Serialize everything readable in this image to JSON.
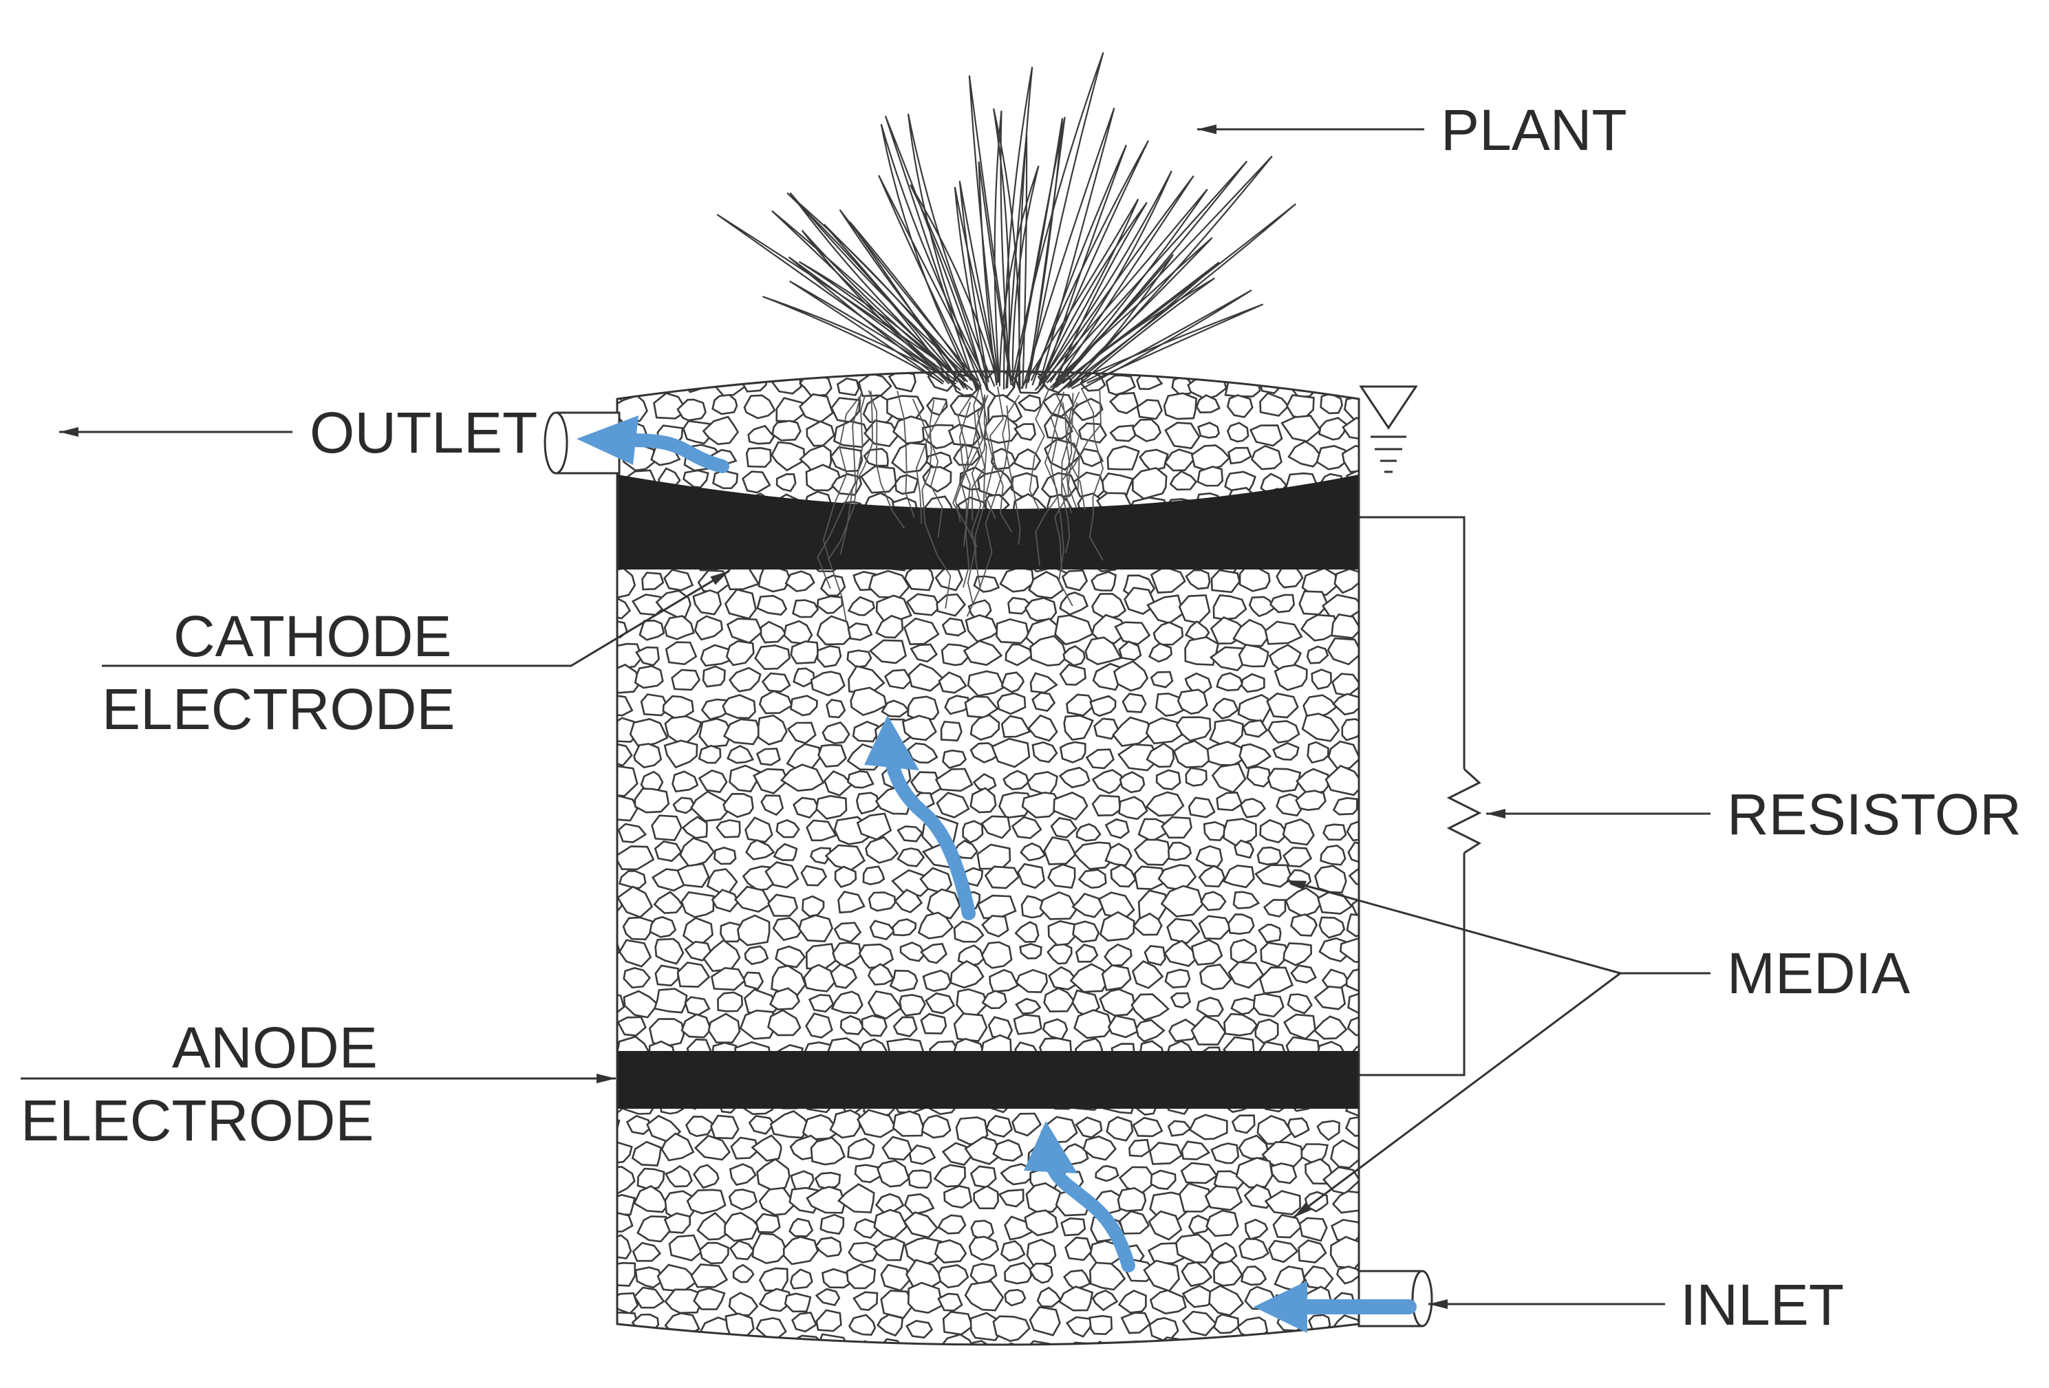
{
  "labels": {
    "plant": "PLANT",
    "outlet": "OUTLET",
    "cathode_line1": "CATHODE",
    "cathode_line2": "ELECTRODE",
    "resistor": "RESISTOR",
    "media": "MEDIA",
    "anode_line1": "ANODE",
    "anode_line2": "ELECTRODE",
    "inlet": "INLET"
  },
  "colors": {
    "flow_arrow": "#5B9BD5",
    "electrode": "#222222",
    "line": "#333333",
    "media_fill": "#ffffff"
  },
  "icons": {
    "water_level": "water-level-triangle-icon",
    "resistor": "resistor-zigzag-icon"
  }
}
